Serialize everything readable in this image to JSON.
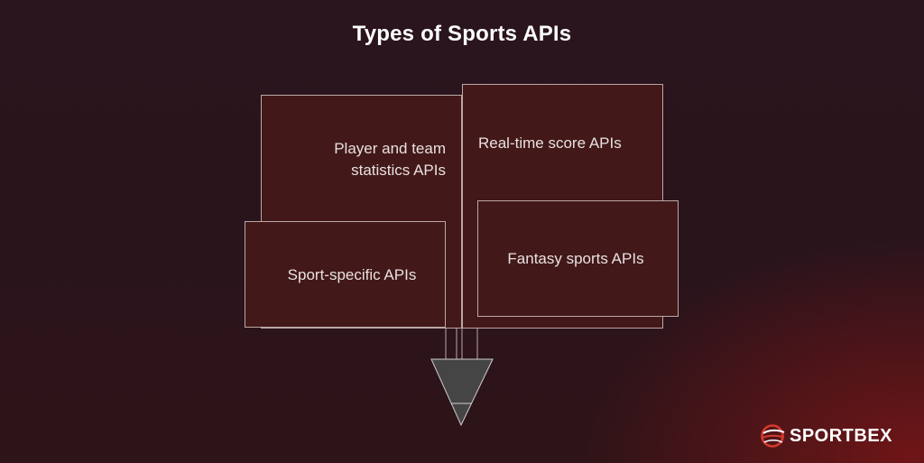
{
  "title": "Types of Sports APIs",
  "diagram": {
    "boxes": [
      {
        "id": "player-team",
        "lines": [
          "Player and team",
          "statistics APIs"
        ]
      },
      {
        "id": "real-time",
        "lines": [
          "Real-time score APIs"
        ]
      },
      {
        "id": "sport-specific",
        "lines": [
          "Sport-specific APIs"
        ]
      },
      {
        "id": "fantasy",
        "lines": [
          "Fantasy sports APIs"
        ]
      }
    ],
    "colors": {
      "box_fill": "#431818",
      "box_stroke": "#bba7a7",
      "funnel_fill": "#454545",
      "funnel_stroke": "#cfcfcf"
    }
  },
  "logo": {
    "text": "SPORTBEX",
    "icon": "sportbex-ball-icon",
    "color": "#d63a2f"
  }
}
